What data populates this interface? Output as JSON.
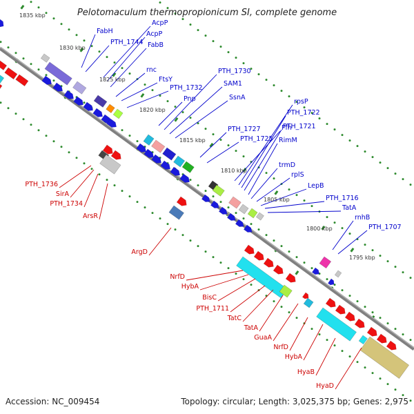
{
  "title": "Pelotomaculum thermopropionicum SI, complete genome",
  "footer": {
    "accession": "Accession: NC_009454",
    "summary": "Topology: circular; Length: 3,025,375 bp; Genes: 2,975"
  },
  "colors": {
    "label_forward": "#0000cc",
    "label_reverse": "#cc0000",
    "backbone": "#808080",
    "tick_dots": "#2e8b2e"
  },
  "ruler": [
    "1835 kbp",
    "1830 kbp",
    "1825 kbp",
    "1820 kbp",
    "1815 kbp",
    "1810 kbp",
    "1805 kbp",
    "1800 kbp",
    "1795 kbp"
  ],
  "labels_forward": [
    "FabH",
    "PTH_1744",
    "AcpP",
    "AcpP",
    "FabB",
    "rnc",
    "FtsY",
    "PTH_1732",
    "Pnp",
    "PTH_1730",
    "SAM1",
    "SsnA",
    "PTH_1727",
    "PTH_1725",
    "Ffh",
    "rpsP",
    "PTH_1722",
    "PTH_1721",
    "RimM",
    "trmD",
    "rplS",
    "LepB",
    "PTH_1716",
    "TatA",
    "rnhB",
    "PTH_1707"
  ],
  "labels_reverse": [
    "PTH_1736",
    "SirA",
    "PTH_1734",
    "ArsR",
    "ArgD",
    "NrfD",
    "HybA",
    "BisC",
    "PTH_1711",
    "TatC",
    "TatA",
    "GuaA",
    "NrfD",
    "HybA",
    "HyaB",
    "HyaD"
  ]
}
